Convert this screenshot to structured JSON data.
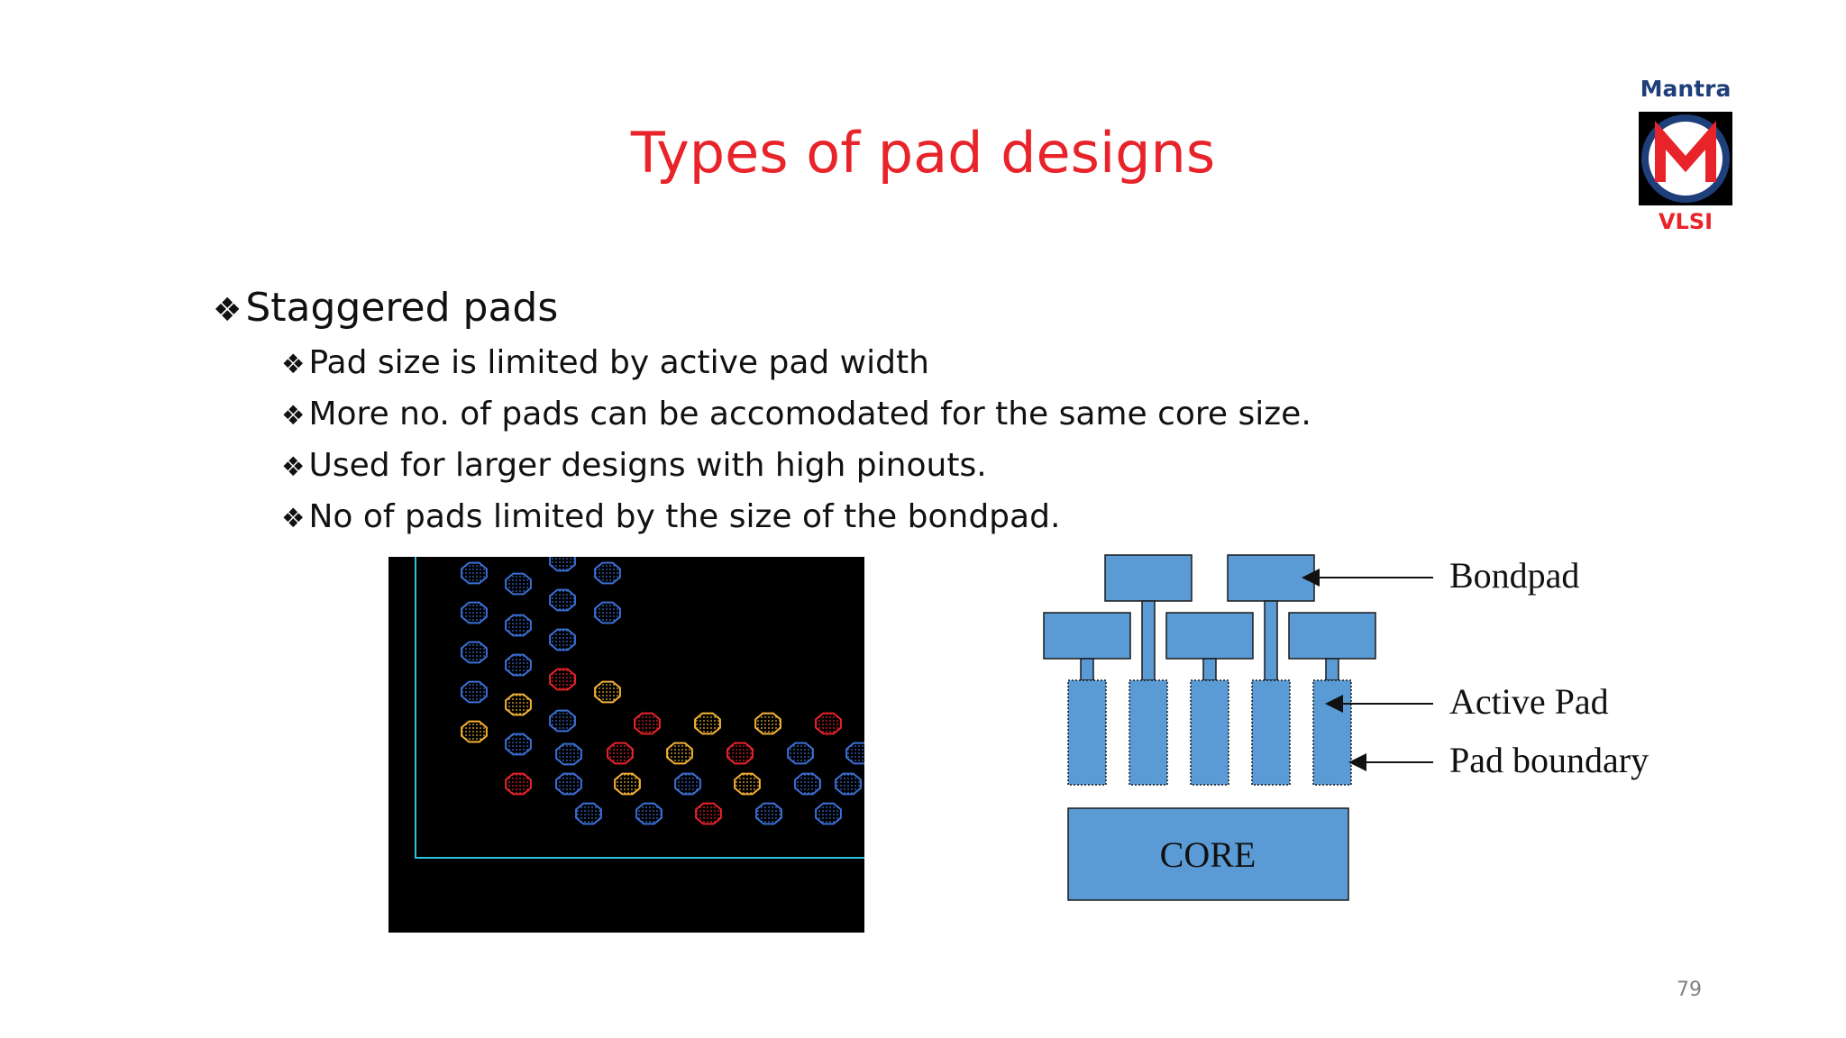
{
  "slide": {
    "title": "Types of pad designs",
    "page_number": "79"
  },
  "logo": {
    "top_text": "Mantra",
    "letter": "M",
    "bottom_text": "VLSI",
    "colors": {
      "blue": "#1f3f7a",
      "red": "#e8232a",
      "frame": "#000000"
    }
  },
  "content": {
    "bullet_symbol": "❖",
    "main_bullet": "Staggered pads",
    "sub_bullets": [
      "Pad size is limited by active pad width",
      "More no. of pads can be accomodated for the same core size.",
      "Used for larger designs with high pinouts.",
      "No of pads limited by the size of the bondpad."
    ]
  },
  "diagram": {
    "labels": {
      "bondpad": "Bondpad",
      "active_pad": "Active Pad",
      "pad_boundary": "Pad boundary",
      "core": "CORE"
    },
    "fill_color": "#5b9bd5"
  },
  "layout_image": {
    "description_icon": "staggered-pad-layout-image",
    "colors": {
      "background": "#000000",
      "boundary": "#2fc2d8",
      "blue_pad": "#3b6fd6",
      "red_pad": "#e8232a",
      "orange_pad": "#f2b134"
    }
  }
}
